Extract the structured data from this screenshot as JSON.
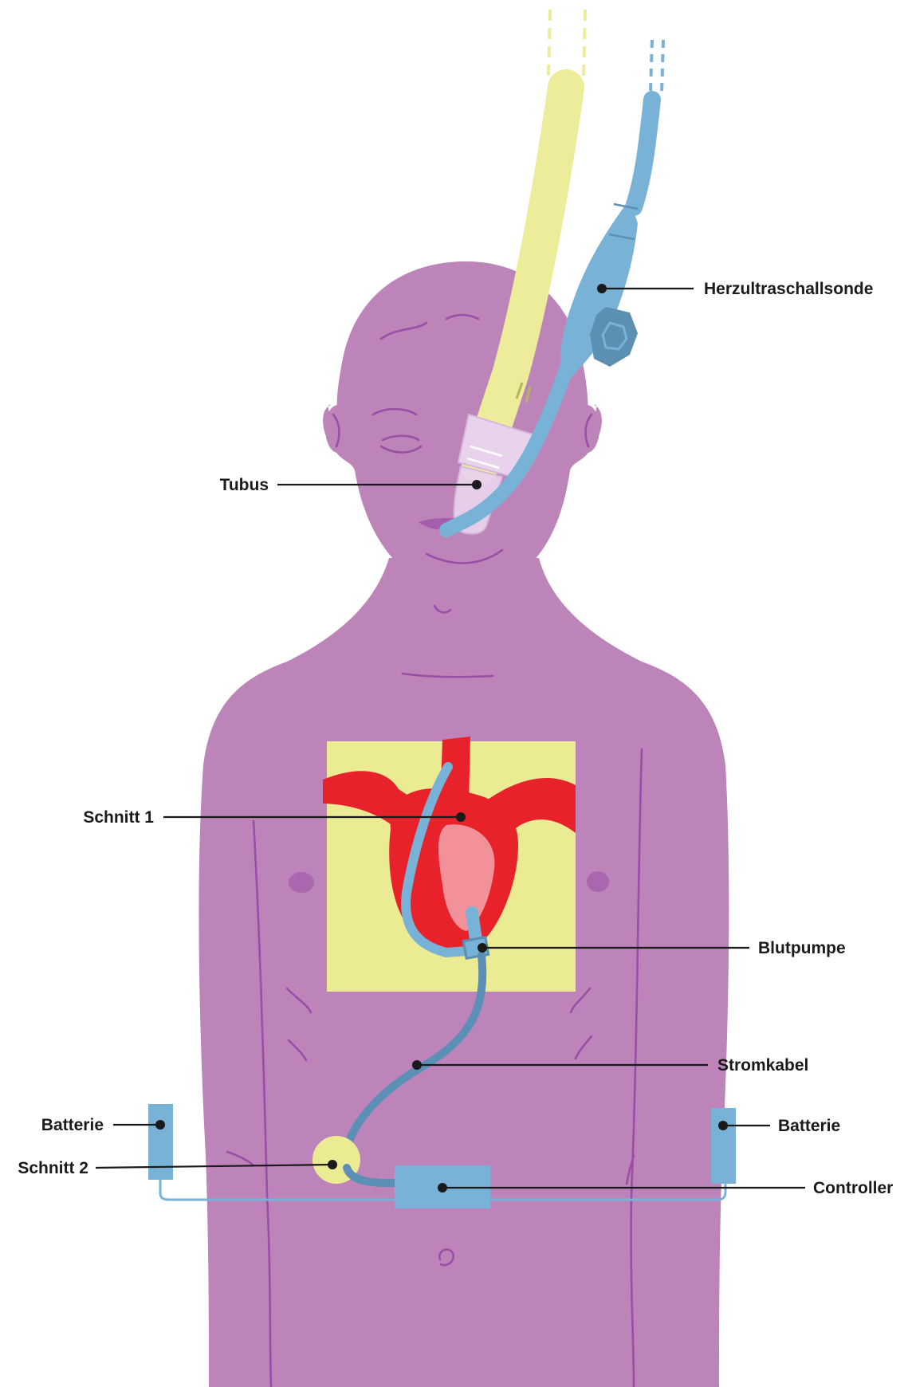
{
  "labels": {
    "probe": "Herzultraschallsonde",
    "tube": "Tubus",
    "cut1": "Schnitt 1",
    "pump": "Blutpumpe",
    "cable": "Stromkabel",
    "battery_left": "Batterie",
    "battery_right": "Batterie",
    "cut2": "Schnitt 2",
    "controller": "Controller"
  },
  "colors": {
    "skin": "#bd84b9",
    "skin_line": "#9a4ea6",
    "tube": "#ecec9a",
    "probe": "#78b2d6",
    "probe_dark": "#5b90b2",
    "incision": "#ebeb94",
    "heart": "#e8222b",
    "heart_inner": "#f29199",
    "cable": "#5b8fb5",
    "device": "#78b2d6"
  }
}
